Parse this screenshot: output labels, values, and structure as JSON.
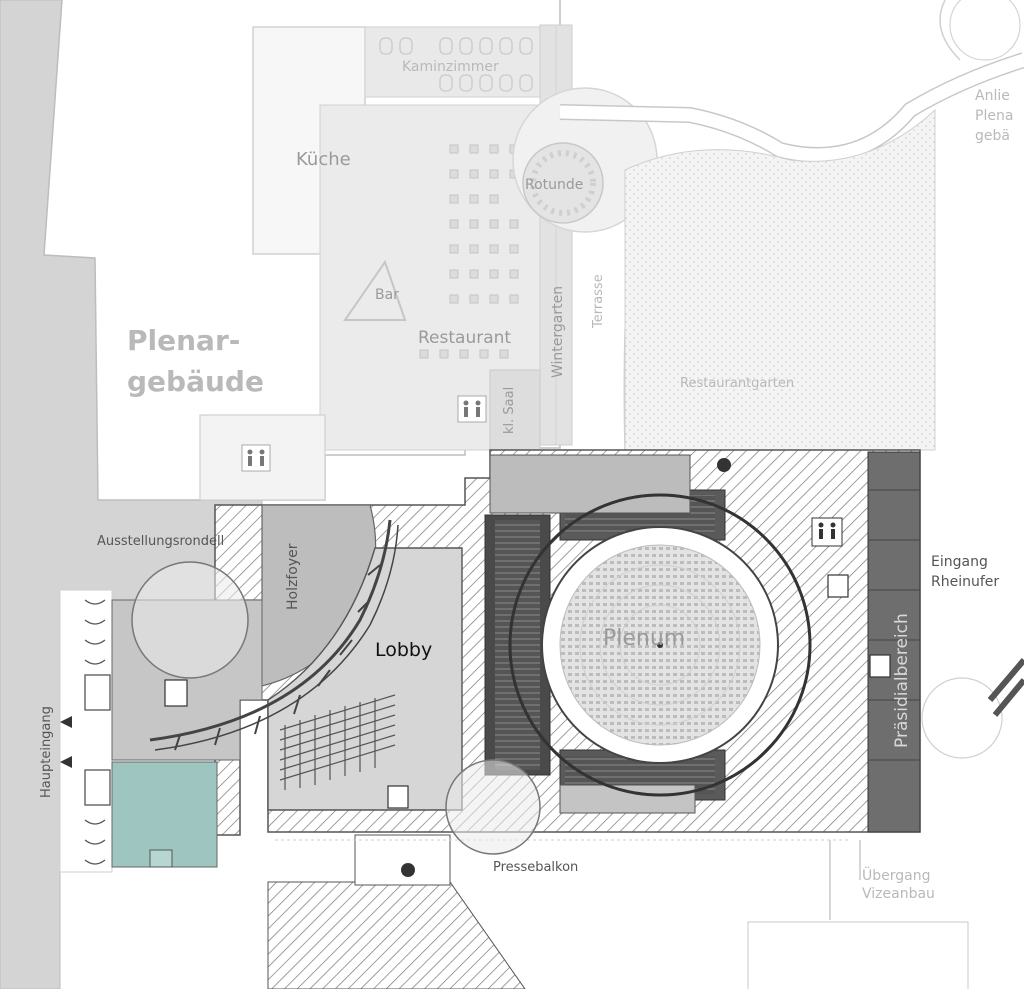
{
  "labels": {
    "kaminzimmer": "Kaminzimmer",
    "kueche": "Küche",
    "rotunde": "Rotunde",
    "bar": "Bar",
    "restaurant": "Restaurant",
    "wintergarten": "Wintergarten",
    "terrasse": "Terrasse",
    "kl_saal": "kl. Saal",
    "restaurantgarten": "Restaurantgarten",
    "plenargebaeude_1": "Plenar-",
    "plenargebaeude_2": "gebäude",
    "anlieferung_1": "Anlie",
    "anlieferung_2": "Plena",
    "anlieferung_3": "gebä",
    "ausstellungsrondell": "Ausstellungsrondell",
    "holzfoyer": "Holzfoyer",
    "lobby": "Lobby",
    "plenum": "Plenum",
    "praesidialbereich": "Präsidialbereich",
    "eingang_1": "Eingang",
    "eingang_2": "Rheinufer",
    "haupteingang": "Haupteingang",
    "pressebalkon": "Pressebalkon",
    "uebergang_1": "Übergang",
    "uebergang_2": "Vizeanbau"
  },
  "icons": {
    "elevator": "elevator-icon",
    "restroom": "restroom-icon",
    "stairs": "stairs-icon",
    "entrance_arrow": "entrance-arrow-icon"
  },
  "colors": {
    "background": "#ffffff",
    "left_area": "#d4d4d4",
    "hatch": "#555555",
    "lobby": "#d6d6d6",
    "foyer": "#bdbdbd",
    "praesidium": "#6e6e6e",
    "entrance_highlight": "#9fc5c0"
  }
}
